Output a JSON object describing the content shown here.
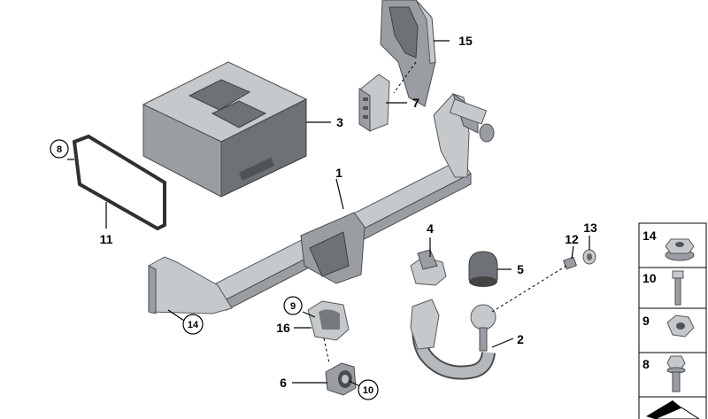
{
  "callouts": {
    "c1": "1",
    "c2": "2",
    "c3": "3",
    "c4": "4",
    "c5": "5",
    "c6": "6",
    "c7": "7",
    "c8": "8",
    "c9": "9",
    "c10": "10",
    "c11": "11",
    "c12": "12",
    "c13": "13",
    "c14": "14",
    "c15": "15",
    "c16": "16"
  },
  "legend": {
    "items": [
      "14",
      "10",
      "9",
      "8"
    ]
  }
}
